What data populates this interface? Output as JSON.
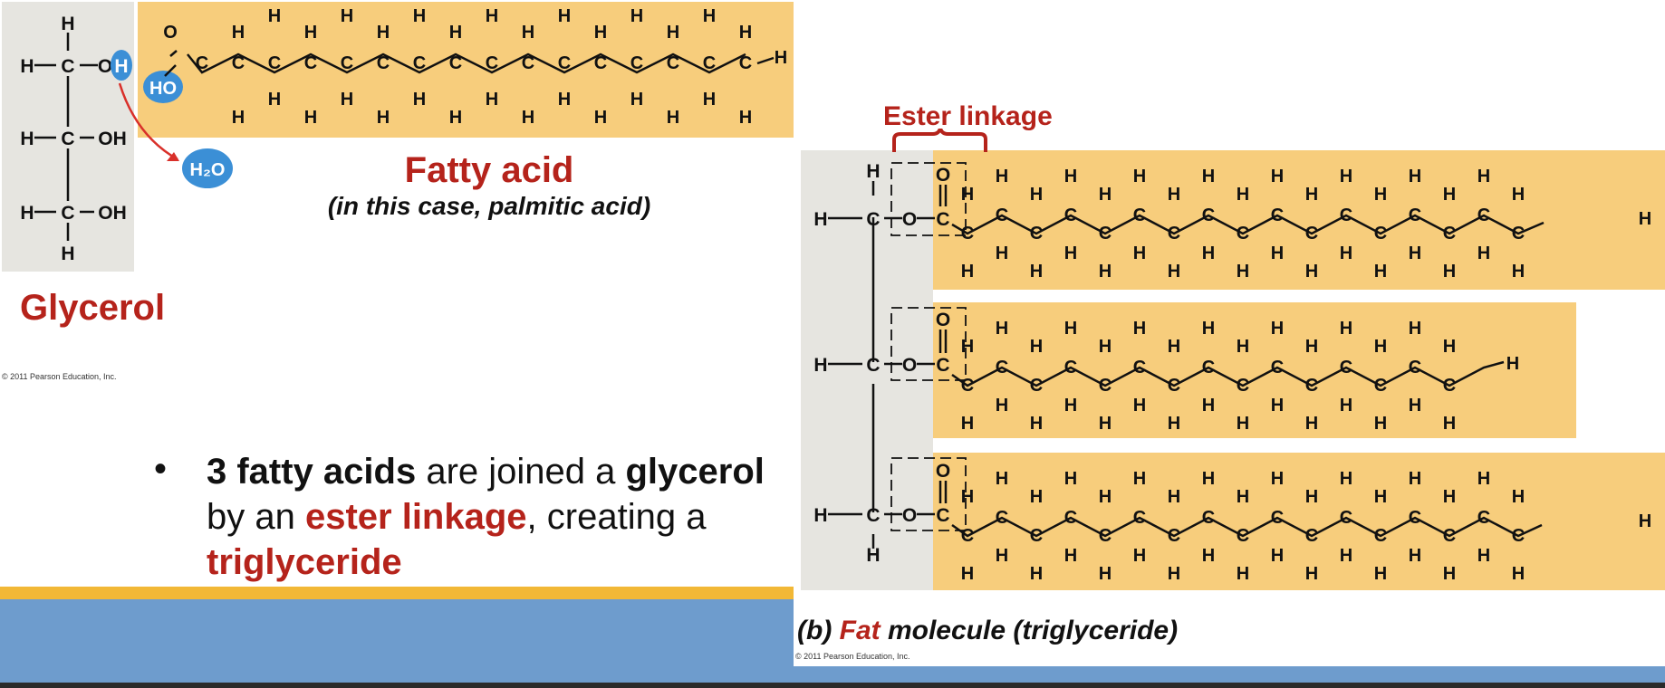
{
  "top": {
    "fatty_acid_title": "Fatty acid",
    "fatty_acid_subtitle": "(in this case, palmitic acid)",
    "glycerol_title": "Glycerol",
    "copyright": "© 2011 Pearson Education, Inc.",
    "ho_label": "HO",
    "h2o_label": "H₂O"
  },
  "atoms": {
    "c": "C",
    "h": "H",
    "o": "O",
    "oh": "OH"
  },
  "ester_label": "Ester linkage",
  "bullet": {
    "symbol": "•",
    "p1": "3 fatty acids",
    "p2": " are joined a ",
    "p3": "glycerol",
    "p4": " by an ",
    "p5": "ester linkage",
    "p6": ", creating a ",
    "p7": "triglyceride"
  },
  "caption": {
    "prefix": "(b) ",
    "red": "Fat",
    "suffix": " molecule (triglyceride)"
  },
  "caption_copyright": "© 2011 Pearson Education, Inc.",
  "colors": {
    "chain": "#f7cd7c",
    "glycerol_panel": "#e6e5e0",
    "accent_red": "#b5231b",
    "bubble_blue": "#3b8fd6",
    "stripe_yellow": "#f2b836",
    "stripe_blue": "#6e9ccd"
  }
}
